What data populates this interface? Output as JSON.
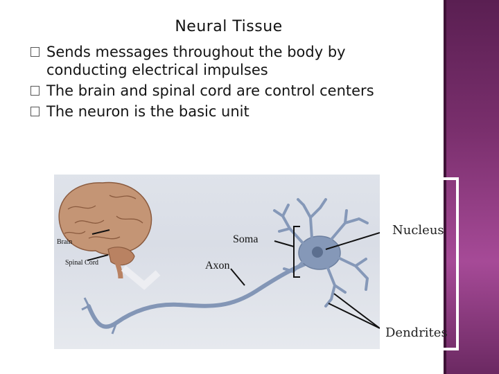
{
  "slide": {
    "title": "Neural Tissue",
    "bullets": [
      {
        "line1": "Sends messages throughout the body by",
        "line2": "conducting electrical impulses"
      },
      {
        "line1": "The brain and spinal cord are control centers"
      },
      {
        "line1": "The neuron is the basic unit"
      }
    ]
  },
  "figure": {
    "labels": {
      "brain": "Brain",
      "spinal_cord": "Spinal Cord",
      "soma": "Soma",
      "axon": "Axon",
      "nucleus": "Nucleus",
      "dendrites": "Dendrites"
    }
  },
  "colors": {
    "accent_band": "#7a2f6d",
    "neuron": "#7f93b3",
    "brain": "#b98a6b"
  }
}
